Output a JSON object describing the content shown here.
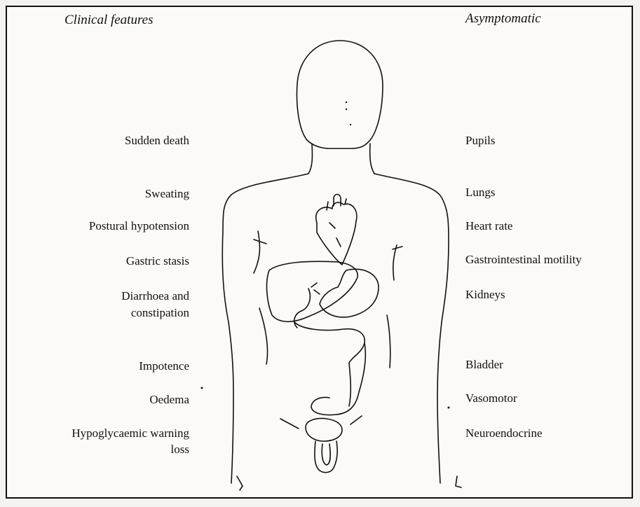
{
  "headings": {
    "left": "Clinical features",
    "right": "Asymptomatic"
  },
  "clinical_features": [
    "Sudden death",
    "Sweating",
    "Postural hypotension",
    "Gastric stasis",
    "Diarrhoea and",
    "constipation",
    "Impotence",
    "Oedema",
    "Hypoglycaemic warning",
    "loss"
  ],
  "asymptomatic": [
    "Pupils",
    "Lungs",
    "Heart rate",
    "Gastrointestinal motility",
    "Kidneys",
    "Bladder",
    "Vasomotor",
    "Neuroendocrine"
  ]
}
